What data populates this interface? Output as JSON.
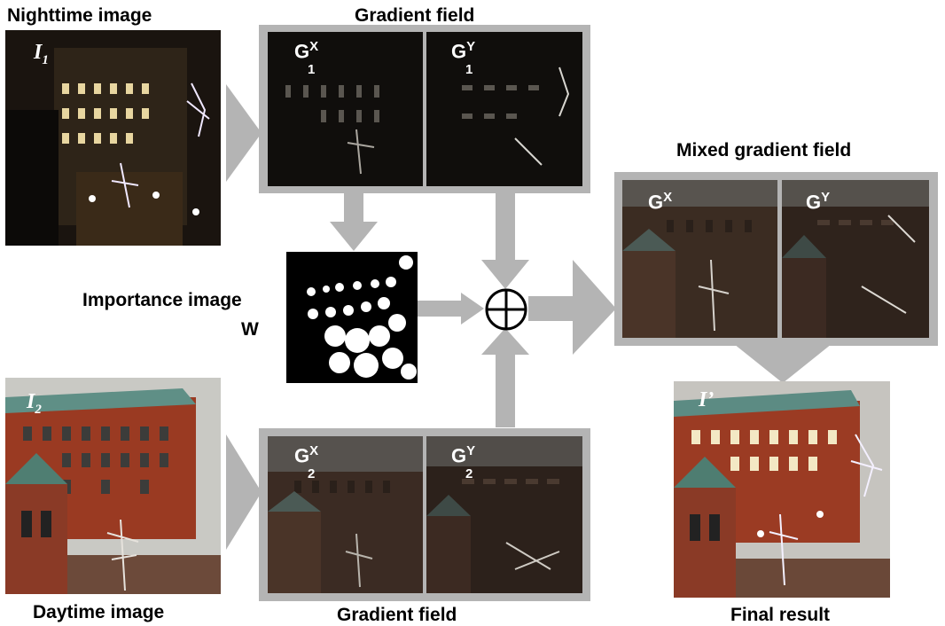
{
  "labels": {
    "nighttime": "Nighttime image",
    "daytime": "Daytime image",
    "gradient_top": "Gradient field",
    "gradient_bottom": "Gradient field",
    "mixed": "Mixed gradient field",
    "importance_line1": "Importance image",
    "importance_line2": "W",
    "final": "Final result"
  },
  "image_labels": {
    "i1_main": "I",
    "i1_sub": "1",
    "i2_main": "I",
    "i2_sub": "2",
    "iprime": "I’"
  },
  "gradient_labels": {
    "g_main": "G",
    "x": "X",
    "y": "Y",
    "sub1": "1",
    "sub2": "2"
  },
  "colors": {
    "arrow_gray": "#b4b4b4",
    "frame_gray": "#b4b4b4"
  },
  "icons": {
    "combine": "circle-plus-icon"
  }
}
